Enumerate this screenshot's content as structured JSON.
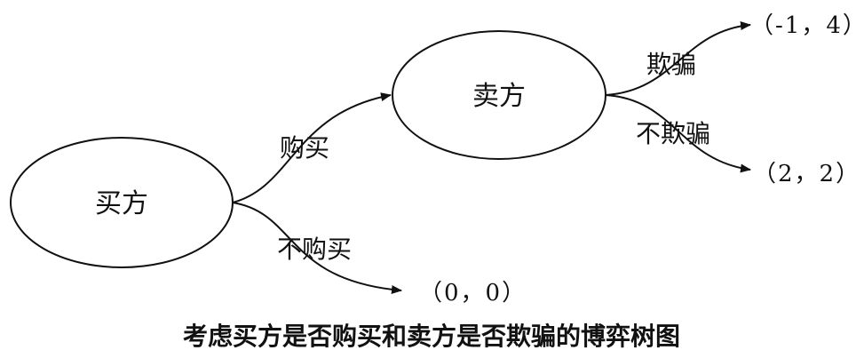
{
  "diagram": {
    "nodes": {
      "seller": {
        "label": "卖方"
      },
      "buyer": {
        "label": "买方"
      }
    },
    "edges": {
      "buy": {
        "label": "购买"
      },
      "not_buy": {
        "label": "不购买"
      },
      "cheat": {
        "label": "欺骗"
      },
      "not_cheat": {
        "label": "不欺骗"
      }
    },
    "payoffs": {
      "cheat": "（-1，4）",
      "not_cheat": "（2，2）",
      "not_buy": "（0，0）"
    },
    "caption": "考虑买方是否购买和卖方是否欺骗的博弈树图"
  }
}
